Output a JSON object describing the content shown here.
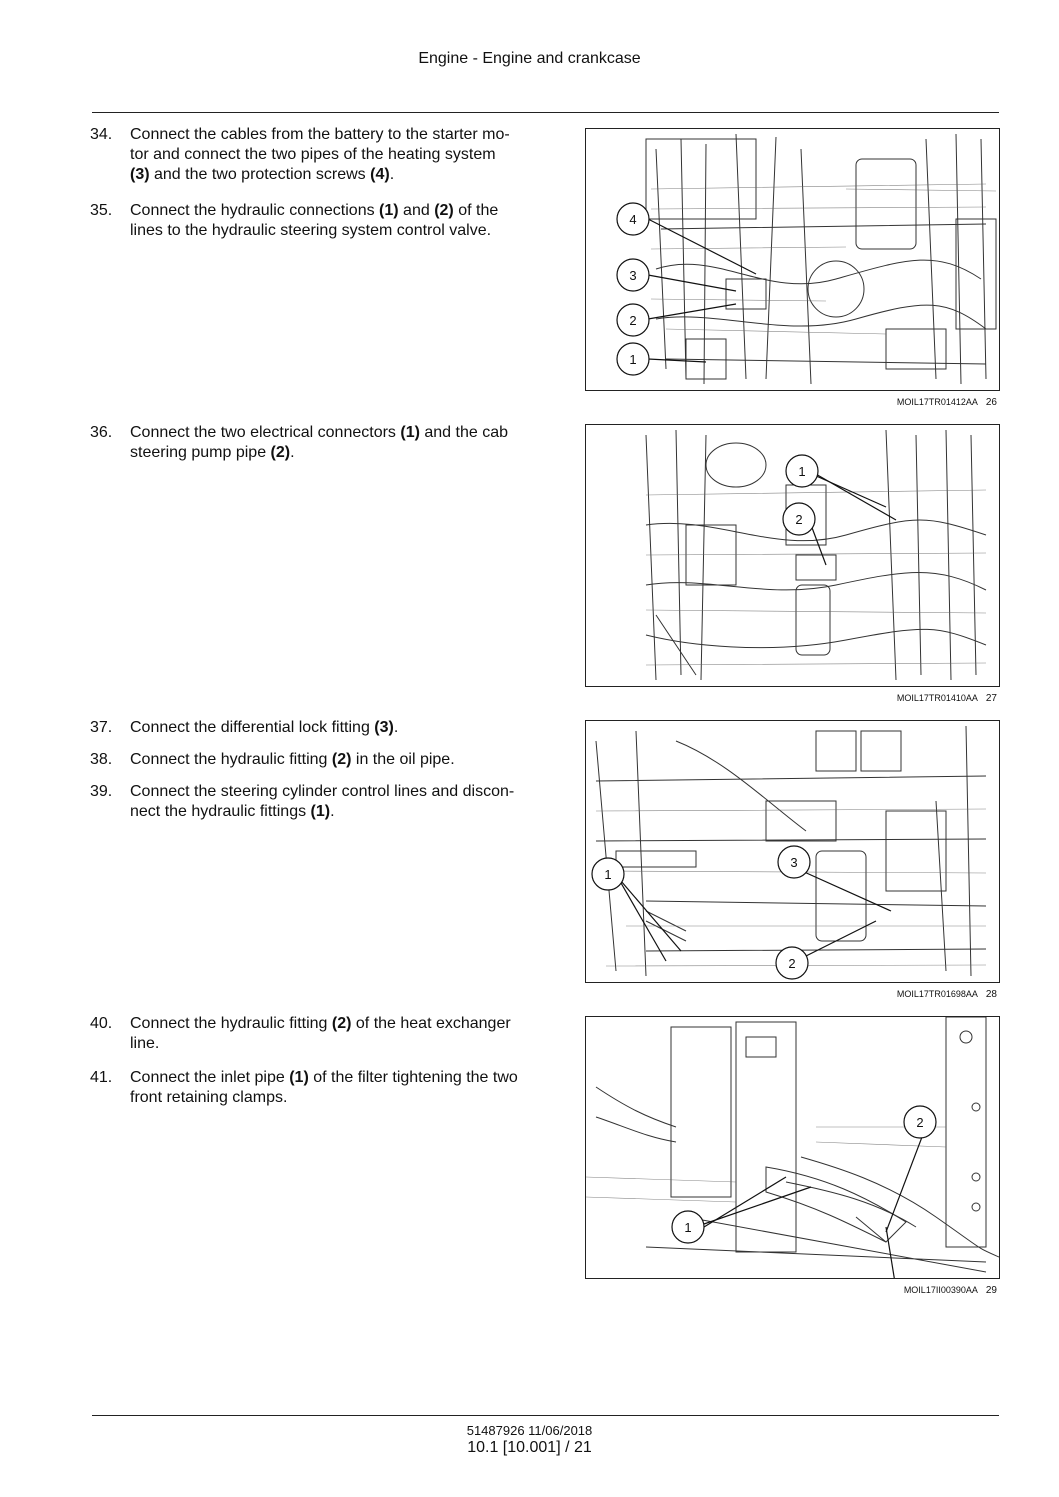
{
  "header": {
    "title": "Engine - Engine and crankcase"
  },
  "steps": [
    {
      "num": "34.",
      "parts": [
        {
          "t": "Connect the cables from the battery to the starter mo-"
        },
        {
          "br": true
        },
        {
          "t": "tor and connect the two pipes of the heating system"
        },
        {
          "br": true
        },
        {
          "t": "(3)",
          "b": true
        },
        {
          "t": " and the two protection screws "
        },
        {
          "t": "(4)",
          "b": true
        },
        {
          "t": "."
        }
      ]
    },
    {
      "num": "35.",
      "parts": [
        {
          "t": "Connect the hydraulic connections "
        },
        {
          "t": "(1)",
          "b": true
        },
        {
          "t": " and "
        },
        {
          "t": "(2)",
          "b": true
        },
        {
          "t": " of the"
        },
        {
          "br": true
        },
        {
          "t": "lines to the hydraulic steering system control valve."
        }
      ]
    },
    {
      "num": "36.",
      "parts": [
        {
          "t": "Connect the two electrical connectors "
        },
        {
          "t": "(1)",
          "b": true
        },
        {
          "t": " and the cab"
        },
        {
          "br": true
        },
        {
          "t": "steering pump pipe "
        },
        {
          "t": "(2)",
          "b": true
        },
        {
          "t": "."
        }
      ]
    },
    {
      "num": "37.",
      "parts": [
        {
          "t": "Connect the differential lock fitting "
        },
        {
          "t": "(3)",
          "b": true
        },
        {
          "t": "."
        }
      ]
    },
    {
      "num": "38.",
      "parts": [
        {
          "t": "Connect the hydraulic fitting "
        },
        {
          "t": "(2)",
          "b": true
        },
        {
          "t": " in the oil pipe."
        }
      ]
    },
    {
      "num": "39.",
      "parts": [
        {
          "t": "Connect the steering cylinder control lines and discon-"
        },
        {
          "br": true
        },
        {
          "t": "nect the hydraulic fittings "
        },
        {
          "t": "(1)",
          "b": true
        },
        {
          "t": "."
        }
      ]
    },
    {
      "num": "40.",
      "parts": [
        {
          "t": "Connect the hydraulic fitting "
        },
        {
          "t": "(2)",
          "b": true
        },
        {
          "t": " of the heat exchanger"
        },
        {
          "br": true
        },
        {
          "t": "line."
        }
      ]
    },
    {
      "num": "41.",
      "parts": [
        {
          "t": "Connect the inlet pipe "
        },
        {
          "t": "(1)",
          "b": true
        },
        {
          "t": " of the filter tightening the two"
        },
        {
          "br": true
        },
        {
          "t": "front retaining clamps."
        }
      ]
    }
  ],
  "figures": [
    {
      "code": "MOIL17TR01412AA",
      "number": "26",
      "callouts": [
        "4",
        "3",
        "2",
        "1"
      ]
    },
    {
      "code": "MOIL17TR01410AA",
      "number": "27",
      "callouts": [
        "1",
        "2"
      ]
    },
    {
      "code": "MOIL17TR01698AA",
      "number": "28",
      "callouts": [
        "1",
        "3",
        "2"
      ]
    },
    {
      "code": "MOIL17II00390AA",
      "number": "29",
      "callouts": [
        "2",
        "1"
      ]
    }
  ],
  "footer": {
    "doc_line": "51487926 11/06/2018",
    "page_line": "10.1 [10.001] / 21"
  }
}
